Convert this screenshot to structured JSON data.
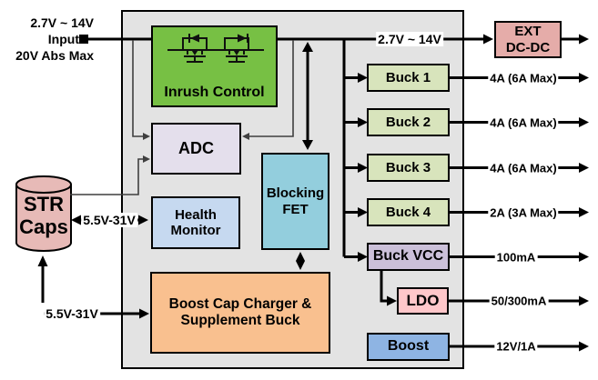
{
  "colors": {
    "outer_bg": "#E3E3E3",
    "inrush": "#77C044",
    "adc": "#E4DFEC",
    "health": "#C6D9F0",
    "blocking": "#93CEDD",
    "charger": "#F9C08F",
    "buck": "#D8E4BC",
    "buck_vcc": "#CBC0D9",
    "ldo": "#FFC7CA",
    "boost": "#8EB4E3",
    "ext_dcdc": "#E5ACA9",
    "str_caps": "#E7BAB7",
    "wire": "#000000",
    "control_wire": "#3F3F3F"
  },
  "input": {
    "line1": "2.7V ~ 14V",
    "line2": "Input",
    "line3": "20V Abs Max"
  },
  "blocks": {
    "inrush": {
      "label": "Inrush Control"
    },
    "adc": {
      "label": "ADC"
    },
    "health": {
      "label": "Health\nMonitor"
    },
    "blocking": {
      "label": "Blocking\nFET"
    },
    "charger": {
      "label": "Boost Cap Charger &\nSupplement Buck"
    },
    "buck1": {
      "label": "Buck 1"
    },
    "buck2": {
      "label": "Buck 2"
    },
    "buck3": {
      "label": "Buck 3"
    },
    "buck4": {
      "label": "Buck 4"
    },
    "buck_vcc": {
      "label": "Buck VCC"
    },
    "ldo": {
      "label": "LDO"
    },
    "boost": {
      "label": "Boost"
    },
    "ext_dcdc": {
      "label": "EXT\nDC-DC"
    },
    "str_caps": {
      "label": "STR\nCaps"
    }
  },
  "wire_labels": {
    "rail_voltage": "2.7V ~ 14V",
    "str_to_health": "5.5V-31V",
    "charger_input": "5.5V-31V"
  },
  "outputs": [
    "4A (6A Max)",
    "4A (6A Max)",
    "4A (6A Max)",
    "2A (3A Max)",
    "100mA",
    "50/300mA",
    "12V/1A"
  ]
}
